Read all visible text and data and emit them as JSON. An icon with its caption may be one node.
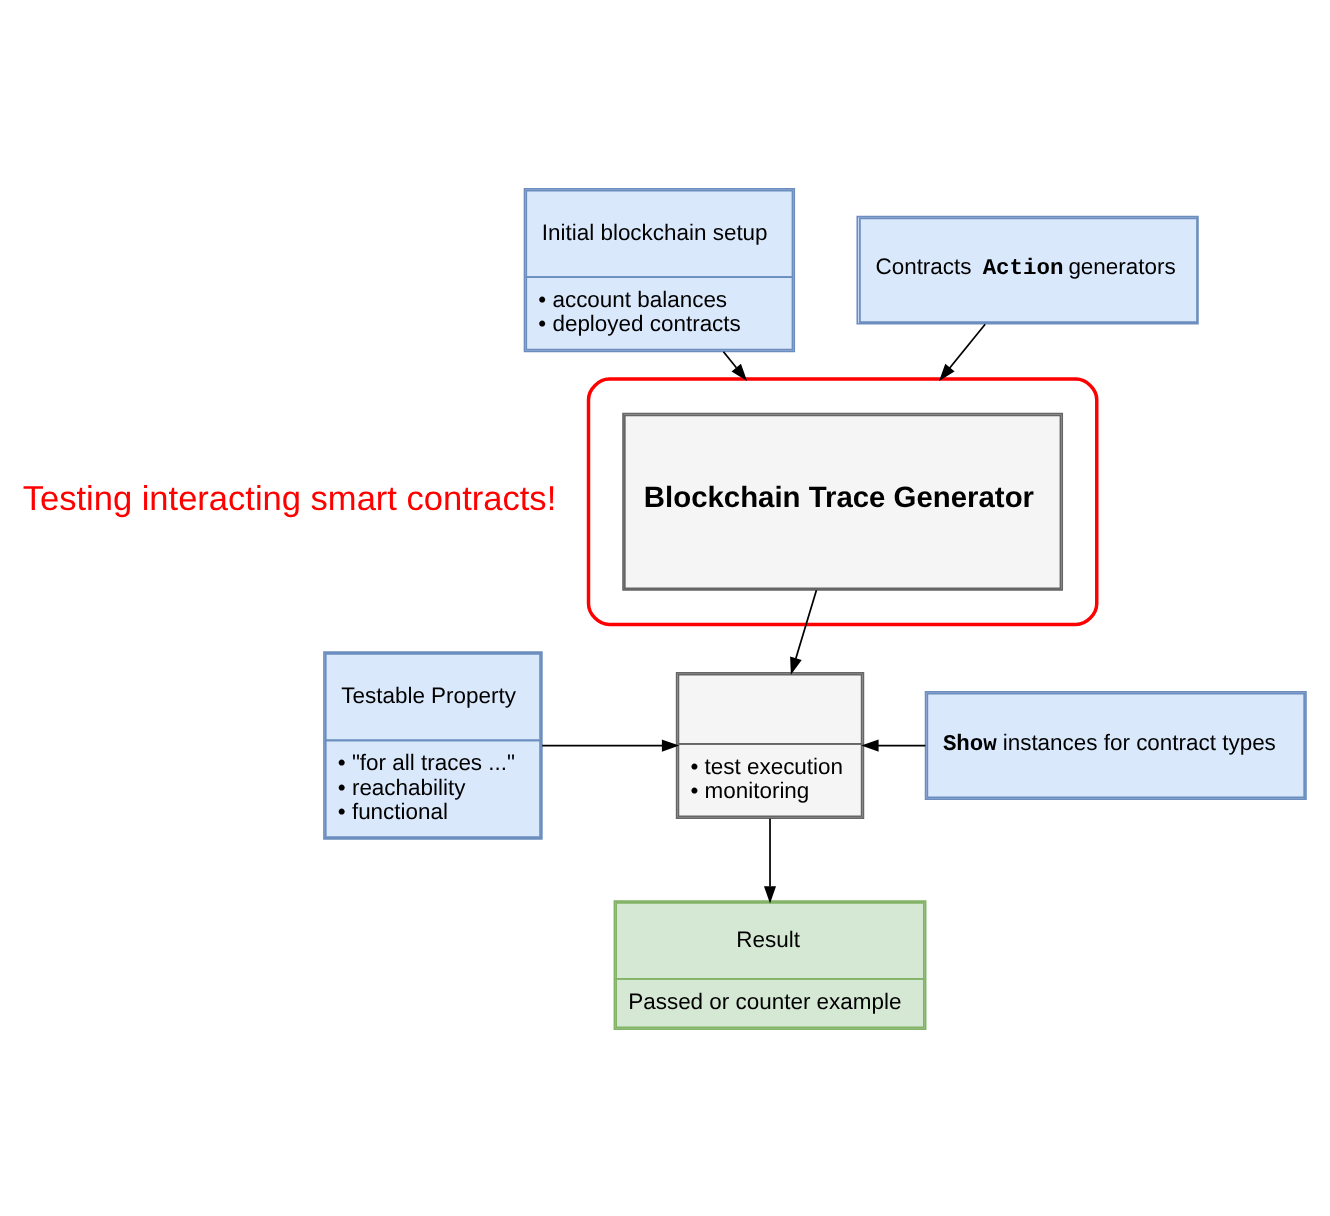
{
  "diagram": {
    "nodes": [
      {
        "text": [
          "Initial blockchain setup",
          "• account balances",
          "• deployed contracts"
        ]
      },
      {
        "text": [
          "Contracts **Action** generators"
        ]
      },
      {
        "text": [],
        "shape": "box"
      },
      {
        "text": [
          "Blockchain Trace Generator"
        ],
        "in": 2
      },
      {
        "text": [
          "Testable Property",
          "• \"for all traces ...\"",
          "• reachability",
          "• functional"
        ]
      },
      {
        "text": [
          "• test execution",
          "• monitoring"
        ]
      },
      {
        "text": [
          "**Show** instances for contract types"
        ]
      },
      {
        "text": [
          "Result",
          "Passed or counter example"
        ]
      }
    ],
    "edges": [
      {
        "from": 0,
        "to": 2,
        "arrow": "to"
      },
      {
        "from": 1,
        "to": 2,
        "arrow": "to"
      },
      {
        "from": 3,
        "to": 5,
        "arrow": "to"
      },
      {
        "from": 4,
        "to": 5,
        "arrow": "to"
      },
      {
        "from": 6,
        "to": 5,
        "arrow": "to"
      },
      {
        "from": 5,
        "to": 7,
        "arrow": "to"
      }
    ],
    "labels": [
      "Testing interacting smart contracts!"
    ]
  }
}
